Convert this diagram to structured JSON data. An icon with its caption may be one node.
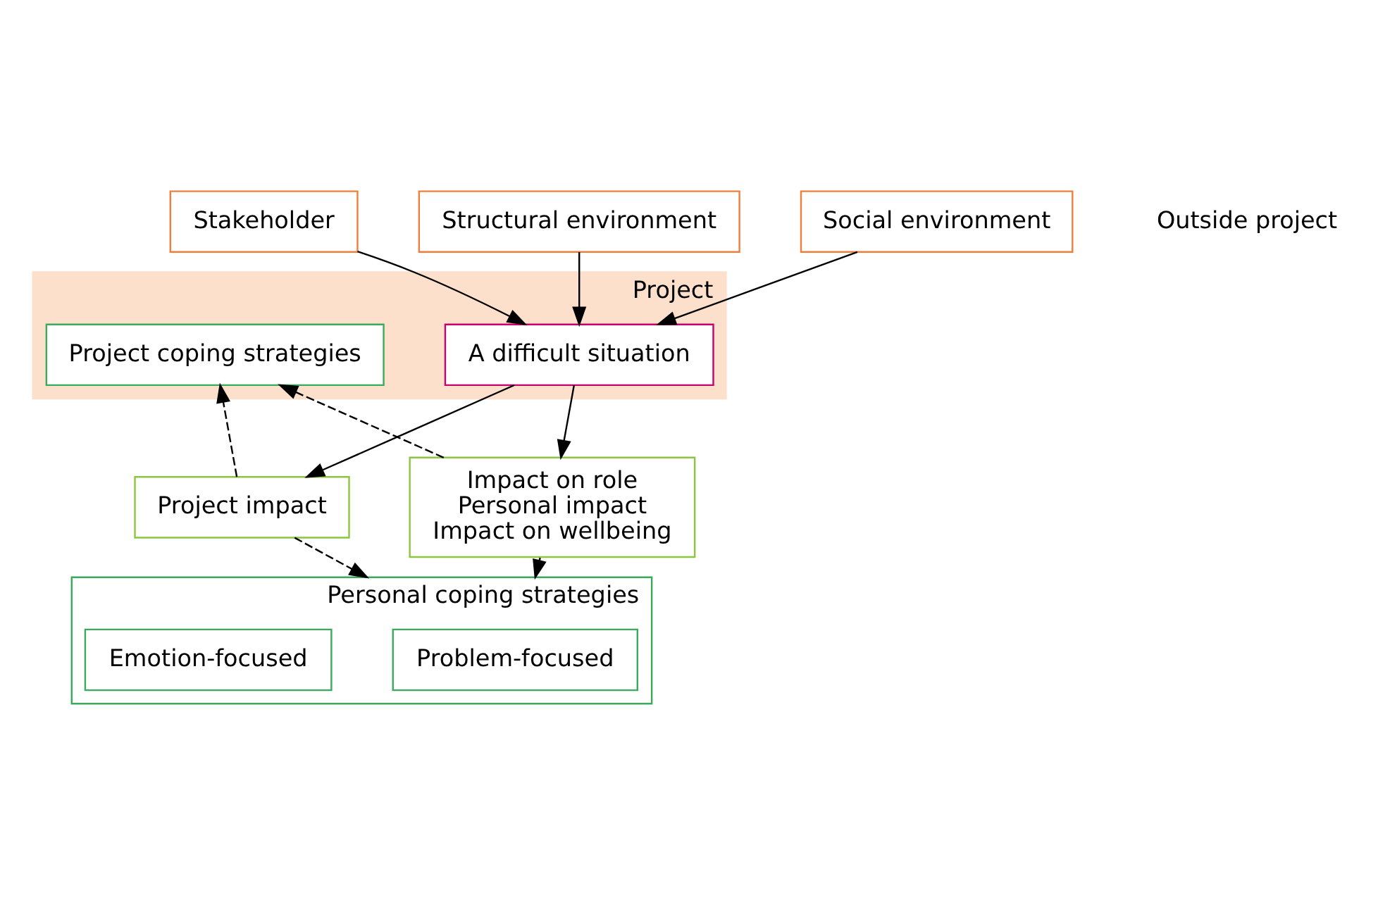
{
  "diagram": {
    "nodes": [
      {
        "text": [
          "Project"
        ]
      },
      {
        "text": [
          "Structural environment"
        ]
      },
      {
        "text": [
          "Social environment"
        ]
      },
      {
        "text": [
          "Stakeholder"
        ]
      },
      {
        "text": [
          "A difficult situation"
        ],
        "in": 0
      },
      {
        "text": [
          "Project impact"
        ]
      },
      {
        "text": [
          "Impact on role",
          "Personal impact",
          "Impact on wellbeing"
        ]
      },
      {
        "text": [
          "Project coping strategies"
        ],
        "in": 0
      },
      {
        "text": [
          "Personal coping strategies"
        ]
      },
      {
        "text": [
          "Problem-focused"
        ],
        "in": 8
      },
      {
        "text": [
          "Emotion-focused"
        ],
        "in": 8
      }
    ],
    "edges": [
      {
        "from": 1,
        "to": 4,
        "arrow": "to"
      },
      {
        "from": 2,
        "to": 4,
        "arrow": "to"
      },
      {
        "from": 3,
        "to": 4,
        "arrow": "to"
      },
      {
        "from": 4,
        "to": 5,
        "arrow": "to"
      },
      {
        "from": 4,
        "to": 6,
        "arrow": "to"
      },
      {
        "from": 5,
        "to": 7,
        "arrow": "to",
        "style": "dashed"
      },
      {
        "from": 5,
        "to": 8,
        "arrow": "to",
        "style": "dashed"
      },
      {
        "from": 6,
        "to": 7,
        "arrow": "to",
        "style": "dashed"
      },
      {
        "from": 6,
        "to": 8,
        "arrow": "to",
        "style": "dashed"
      }
    ],
    "labels": [
      "Outside project"
    ]
  }
}
